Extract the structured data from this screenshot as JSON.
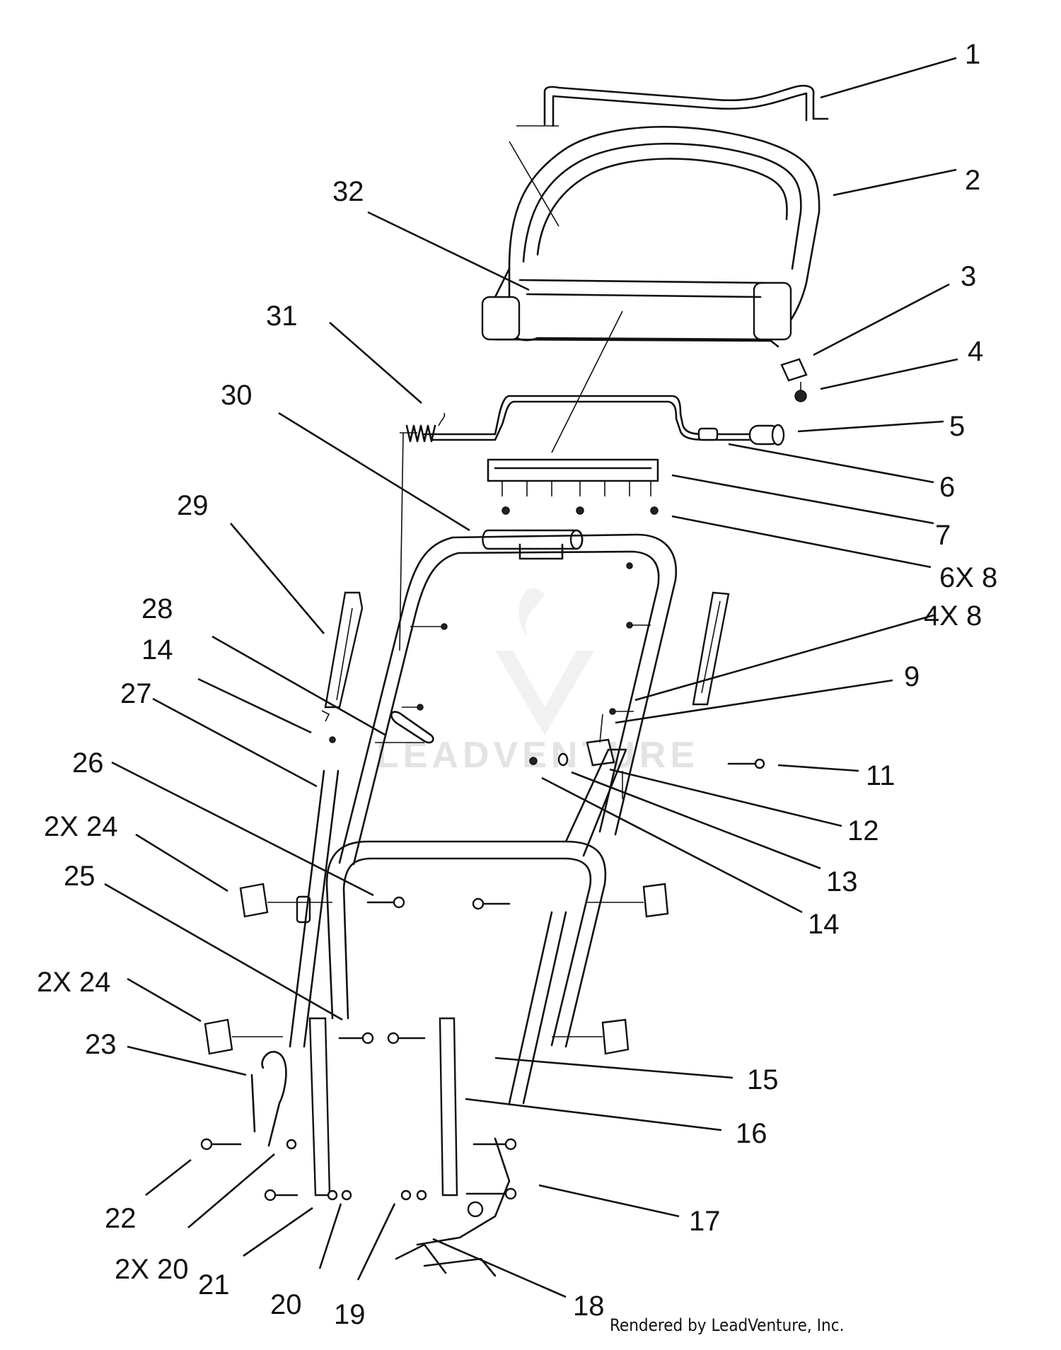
{
  "credit": "Rendered by LeadVenture, Inc.",
  "watermark": {
    "brand": "LEADVENTURE",
    "logo": "leadventure-flame-logo-icon"
  },
  "callouts": [
    {
      "key": "c1",
      "text": "1"
    },
    {
      "key": "c2",
      "text": "2"
    },
    {
      "key": "c3",
      "text": "3"
    },
    {
      "key": "c4",
      "text": "4"
    },
    {
      "key": "c5",
      "text": "5"
    },
    {
      "key": "c6a",
      "text": "6"
    },
    {
      "key": "c7",
      "text": "7"
    },
    {
      "key": "c8a",
      "text": "6X 8"
    },
    {
      "key": "c8b",
      "text": "4X 8"
    },
    {
      "key": "c9",
      "text": "9"
    },
    {
      "key": "c11",
      "text": "11"
    },
    {
      "key": "c12",
      "text": "12"
    },
    {
      "key": "c13",
      "text": "13"
    },
    {
      "key": "c14a",
      "text": "14"
    },
    {
      "key": "c15",
      "text": "15"
    },
    {
      "key": "c16",
      "text": "16"
    },
    {
      "key": "c17",
      "text": "17"
    },
    {
      "key": "c18",
      "text": "18"
    },
    {
      "key": "c19",
      "text": "19"
    },
    {
      "key": "c20a",
      "text": "20"
    },
    {
      "key": "c21",
      "text": "21"
    },
    {
      "key": "c20b",
      "text": "2X 20"
    },
    {
      "key": "c22",
      "text": "22"
    },
    {
      "key": "c23",
      "text": "23"
    },
    {
      "key": "c24a",
      "text": "2X 24"
    },
    {
      "key": "c25",
      "text": "25"
    },
    {
      "key": "c24b",
      "text": "2X 24"
    },
    {
      "key": "c26",
      "text": "26"
    },
    {
      "key": "c27",
      "text": "27"
    },
    {
      "key": "c14b",
      "text": "14"
    },
    {
      "key": "c28",
      "text": "28"
    },
    {
      "key": "c29",
      "text": "29"
    },
    {
      "key": "c30",
      "text": "30"
    },
    {
      "key": "c31",
      "text": "31"
    },
    {
      "key": "c32",
      "text": "32"
    }
  ]
}
